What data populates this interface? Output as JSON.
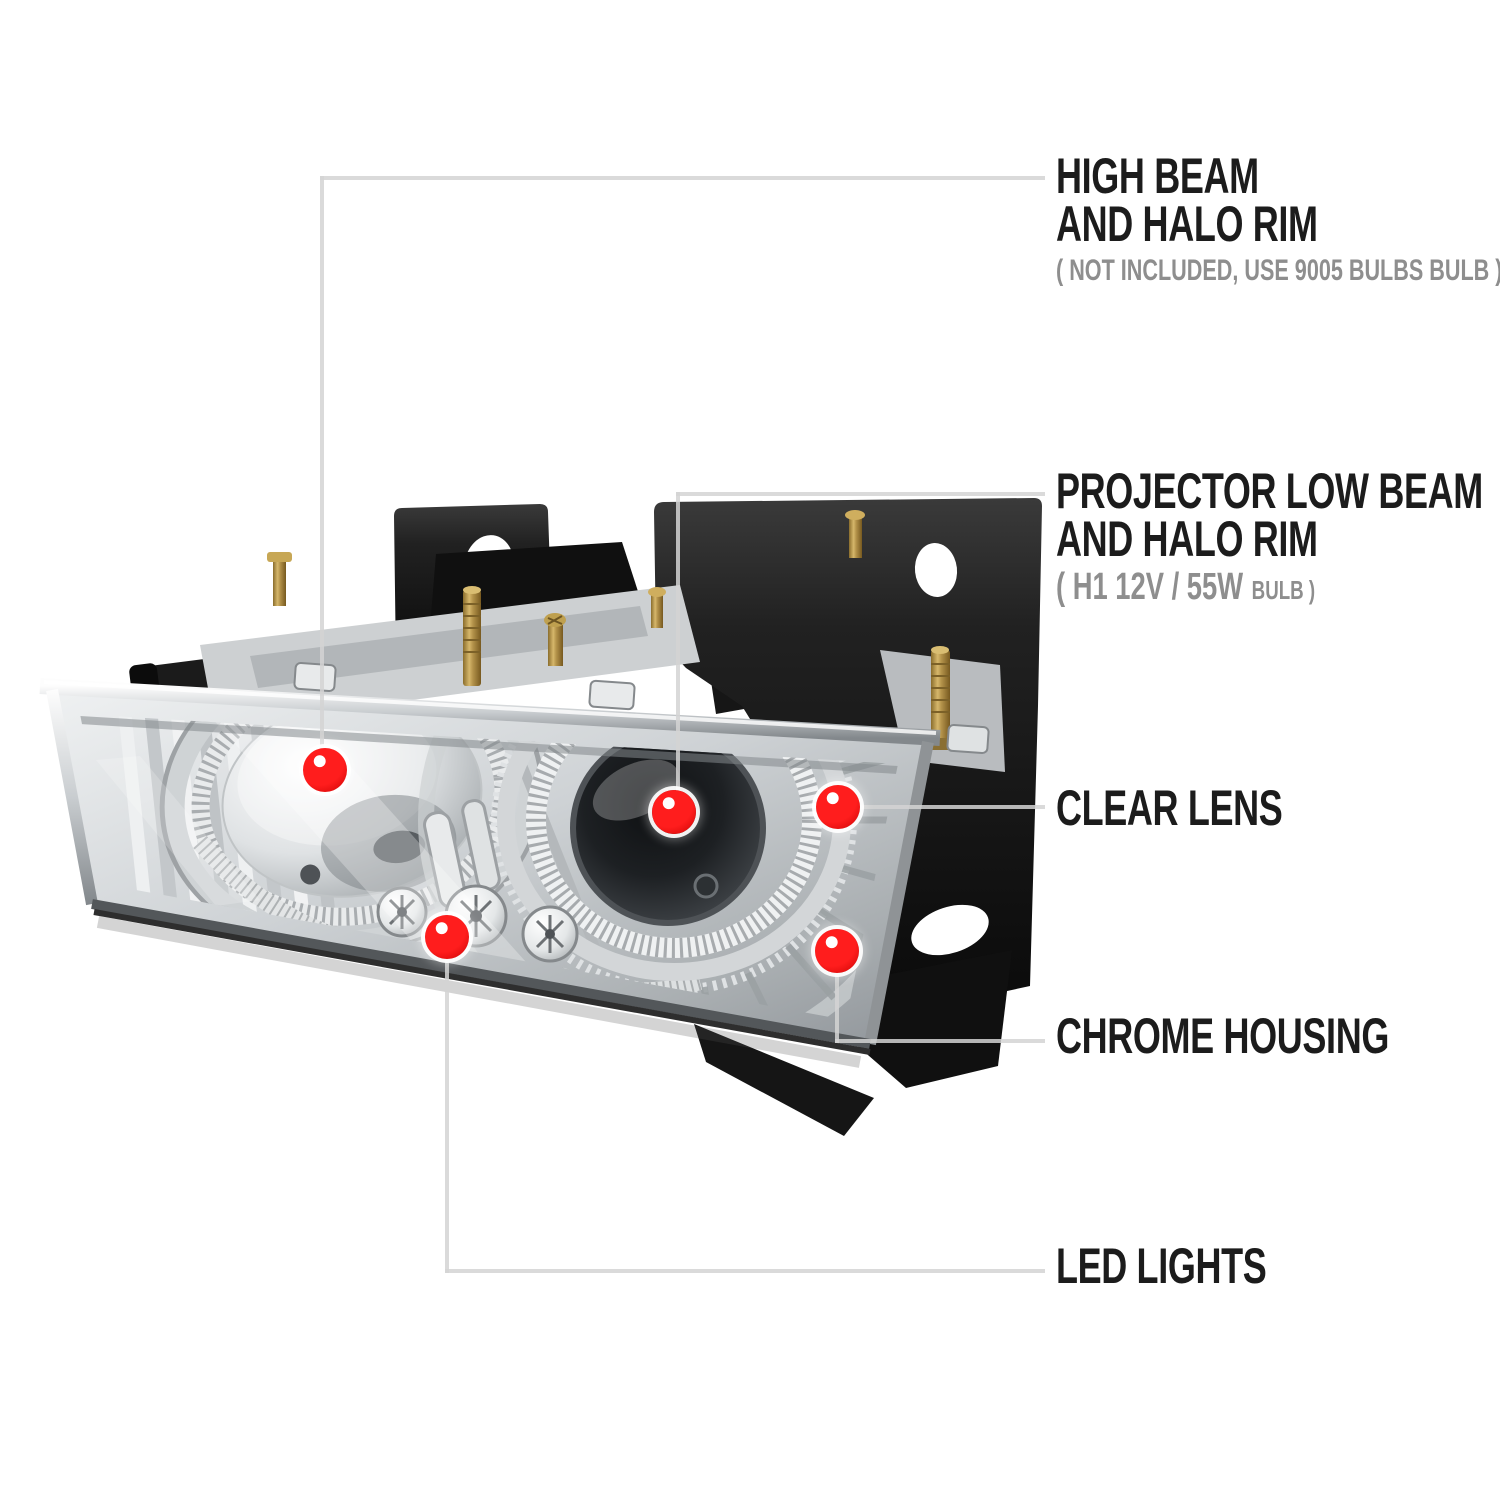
{
  "colors": {
    "background": "#ffffff",
    "marker_red": "#ee1111",
    "callout_line_gray": "#d9d9d9",
    "title_black": "#1c1c1c",
    "note_gray": "#8e8e8e"
  },
  "callouts": [
    {
      "id": "high-beam",
      "title_lines": [
        "HIGH BEAM",
        "AND HALO RIM"
      ],
      "note": "( NOT INCLUDED, USE 9005 BULBS BULB )"
    },
    {
      "id": "projector-low-beam",
      "title_lines": [
        "PROJECTOR LOW BEAM",
        "AND HALO RIM"
      ],
      "note_main": "( H1  12V / 55W",
      "note_small": "BULB )"
    },
    {
      "id": "clear-lens",
      "title": "CLEAR LENS"
    },
    {
      "id": "chrome-housing",
      "title": "CHROME HOUSING"
    },
    {
      "id": "led-lights",
      "title": "LED LIGHTS"
    }
  ]
}
